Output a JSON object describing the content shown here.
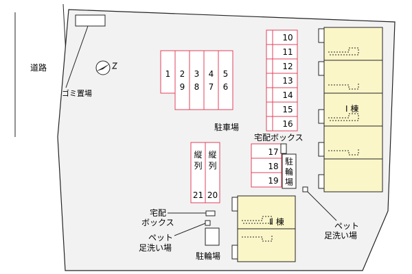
{
  "labels": {
    "road": "道路",
    "garbage": "ゴミ置場",
    "parking": "駐車場",
    "delivery_box_top": "宅配ボックス",
    "delivery_box_left_1": "宅配",
    "delivery_box_left_2": "ボックス",
    "bike_right_1": "駐",
    "bike_right_2": "輪",
    "bike_right_3": "場",
    "bike_bottom": "駐輪場",
    "pet_wash_right_1": "ペット",
    "pet_wash_right_2": "足洗い場",
    "pet_wash_left_1": "ペット",
    "pet_wash_left_2": "足洗い場",
    "building1": "Ⅰ 棟",
    "building2": "Ⅱ 棟",
    "tandem": "縦列"
  },
  "parking": {
    "group_top_row": [
      "1",
      "2",
      "3",
      "4",
      "5"
    ],
    "group_bottom_row": [
      "9",
      "8",
      "7",
      "6"
    ],
    "column_right": [
      "10",
      "11",
      "12",
      "13",
      "14",
      "15",
      "16"
    ],
    "column_small": [
      "17",
      "18",
      "19"
    ],
    "tandem_pair": [
      "21",
      "20"
    ]
  },
  "colors": {
    "site_fill": "#f2f2f2",
    "parking_line": "#e0405a",
    "building_fill": "#fbf6c8",
    "line": "#222222"
  }
}
